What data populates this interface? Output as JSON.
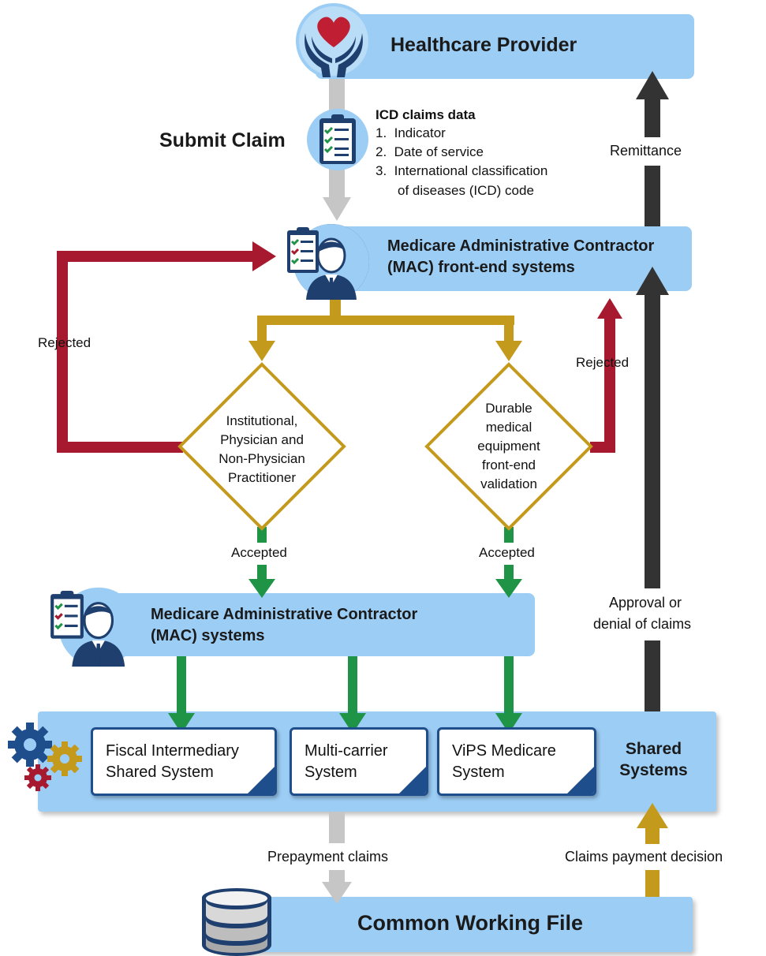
{
  "provider": {
    "title": "Healthcare Provider"
  },
  "submit": {
    "label": "Submit Claim",
    "icd_title": "ICD claims data",
    "items": [
      "1.  Indicator",
      "2.  Date of service",
      "3.  International classification",
      "of diseases (ICD) code"
    ]
  },
  "mac_frontend": {
    "line1": "Medicare Administrative Contractor",
    "line2": "(MAC) front-end systems"
  },
  "decisions": {
    "left": [
      "Institutional,",
      "Physician and",
      "Non-Physician",
      "Practitioner"
    ],
    "right": [
      "Durable",
      "medical",
      "equipment",
      "front-end",
      "validation"
    ]
  },
  "labels": {
    "rejected_left": "Rejected",
    "rejected_right": "Rejected",
    "accepted_left": "Accepted",
    "accepted_right": "Accepted",
    "remittance": "Remittance",
    "approval_line1": "Approval or",
    "approval_line2": "denial of claims",
    "prepayment": "Prepayment claims",
    "payment_decision": "Claims payment decision"
  },
  "mac_systems": {
    "line1": "Medicare Administrative Contractor",
    "line2": "(MAC) systems"
  },
  "shared": {
    "title_line1": "Shared",
    "title_line2": "Systems",
    "systems": [
      {
        "line1": "Fiscal Intermediary",
        "line2": "Shared System"
      },
      {
        "line1": "Multi-carrier",
        "line2": "System"
      },
      {
        "line1": "ViPS Medicare",
        "line2": "System"
      }
    ]
  },
  "cwf": {
    "title": "Common Working File"
  },
  "colors": {
    "band": "#9ccdf5",
    "dark_arrow": "#333333",
    "gold": "#c49a1c",
    "red": "#a6192e",
    "green": "#1f9447",
    "gray": "#c6c6c6",
    "navy": "#1f4e8c"
  }
}
